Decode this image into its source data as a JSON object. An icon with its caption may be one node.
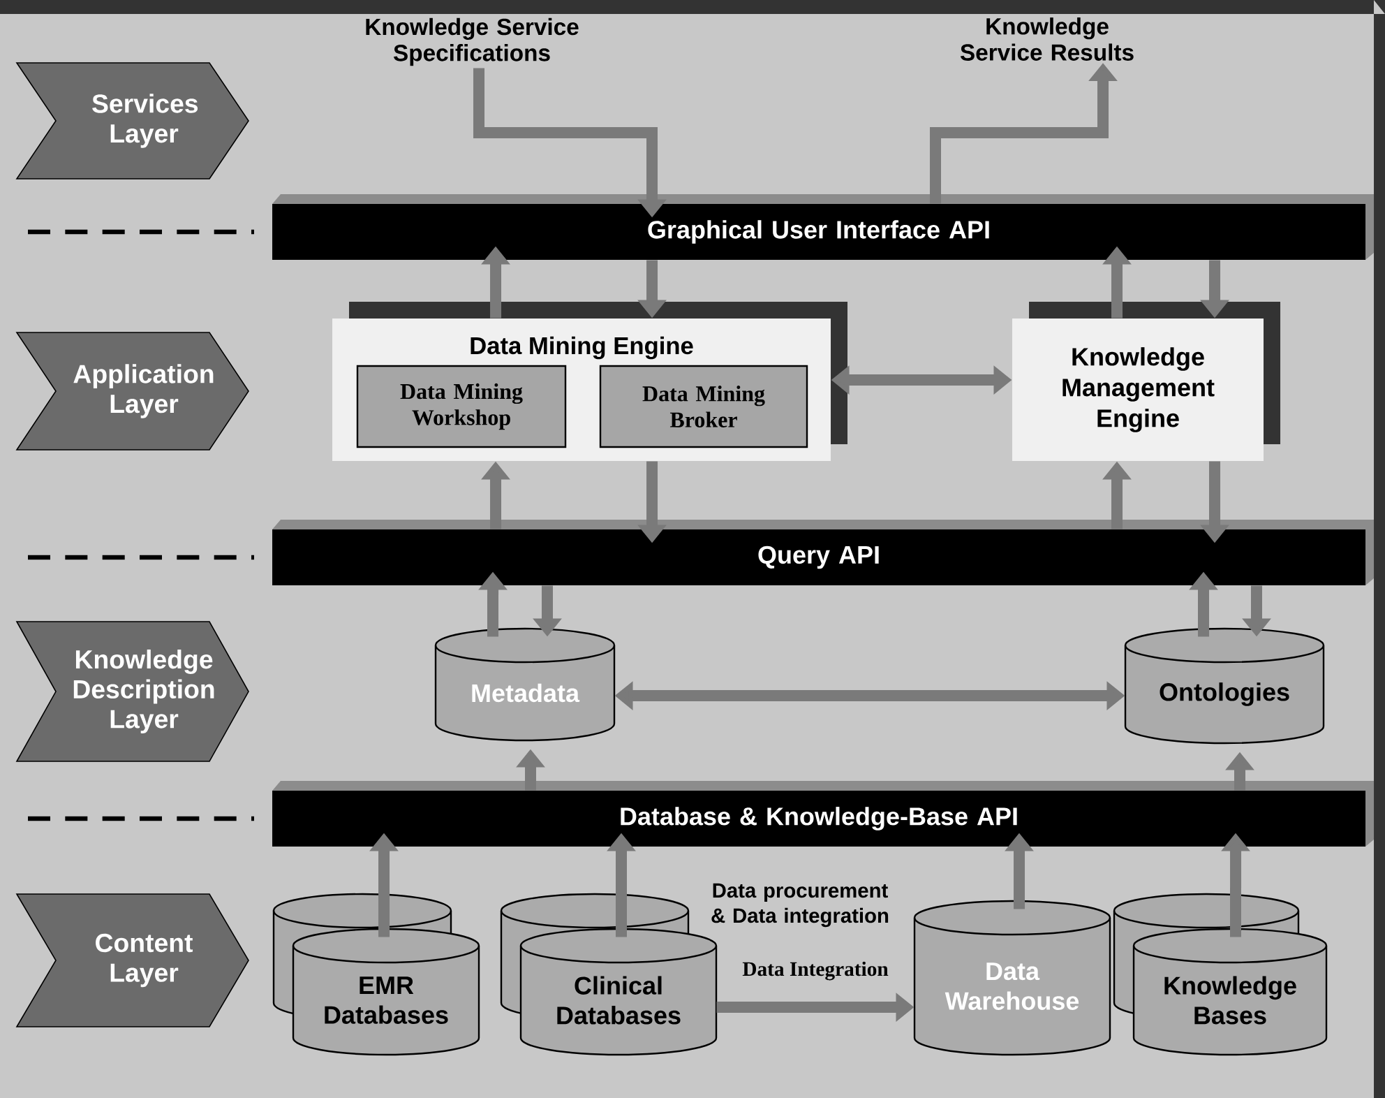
{
  "diagram": {
    "nodes": [
      {
        "text": [
          "Services Layer"
        ]
      },
      {
        "text": [
          "Application Layer"
        ]
      },
      {
        "text": [
          "Knowledge Description Layer"
        ]
      },
      {
        "text": [
          "Content Layer"
        ]
      },
      {
        "text": [
          "Knowledge Service Specifications"
        ]
      },
      {
        "text": [
          "Knowledge Service Results"
        ]
      },
      {
        "text": [
          "Graphical User Interface  API"
        ]
      },
      {
        "text": [
          "Data Mining Engine"
        ]
      },
      {
        "text": [
          "Data Mining Workshop"
        ],
        "in": 7
      },
      {
        "text": [
          "Data Mining Broker"
        ],
        "in": 7
      },
      {
        "text": [
          "Knowledge Management Engine"
        ]
      },
      {
        "text": [
          "Query  API"
        ]
      },
      {
        "text": [
          "Metadata"
        ]
      },
      {
        "text": [
          "Ontologies"
        ]
      },
      {
        "text": [
          "Database & Knowledge-Base  API"
        ]
      },
      {
        "text": [
          "EMR Databases"
        ]
      },
      {
        "text": [
          "Clinical Databases"
        ]
      },
      {
        "text": [
          "Data Warehouse"
        ]
      },
      {
        "text": [
          "Knowledge Bases"
        ]
      }
    ],
    "edges": [
      {
        "from": 4,
        "to": 6,
        "arrow": "to"
      },
      {
        "from": 6,
        "to": 5,
        "arrow": "to"
      },
      {
        "from": 7,
        "to": 6,
        "arrow": "to"
      },
      {
        "from": 6,
        "to": 7,
        "arrow": "to"
      },
      {
        "from": 10,
        "to": 6,
        "arrow": "to"
      },
      {
        "from": 6,
        "to": 10,
        "arrow": "to"
      },
      {
        "from": 7,
        "to": 10,
        "arrow": "both"
      },
      {
        "from": 11,
        "to": 7,
        "arrow": "to"
      },
      {
        "from": 7,
        "to": 11,
        "arrow": "to"
      },
      {
        "from": 11,
        "to": 10,
        "arrow": "to"
      },
      {
        "from": 10,
        "to": 11,
        "arrow": "to"
      },
      {
        "from": 12,
        "to": 11,
        "arrow": "to"
      },
      {
        "from": 11,
        "to": 12,
        "arrow": "to"
      },
      {
        "from": 13,
        "to": 11,
        "arrow": "to"
      },
      {
        "from": 11,
        "to": 13,
        "arrow": "to"
      },
      {
        "from": 12,
        "to": 13,
        "arrow": "both"
      },
      {
        "from": 14,
        "to": 12,
        "arrow": "to"
      },
      {
        "from": 14,
        "to": 13,
        "arrow": "to"
      },
      {
        "from": 15,
        "to": 14,
        "arrow": "to"
      },
      {
        "from": 16,
        "to": 14,
        "arrow": "to"
      },
      {
        "from": 17,
        "to": 14,
        "arrow": "to"
      },
      {
        "from": 18,
        "to": 14,
        "arrow": "to"
      },
      {
        "from": 16,
        "to": 17,
        "label": "Data Integration",
        "arrow": "to"
      }
    ],
    "labels": [
      "Data procurement & Data integration"
    ]
  }
}
